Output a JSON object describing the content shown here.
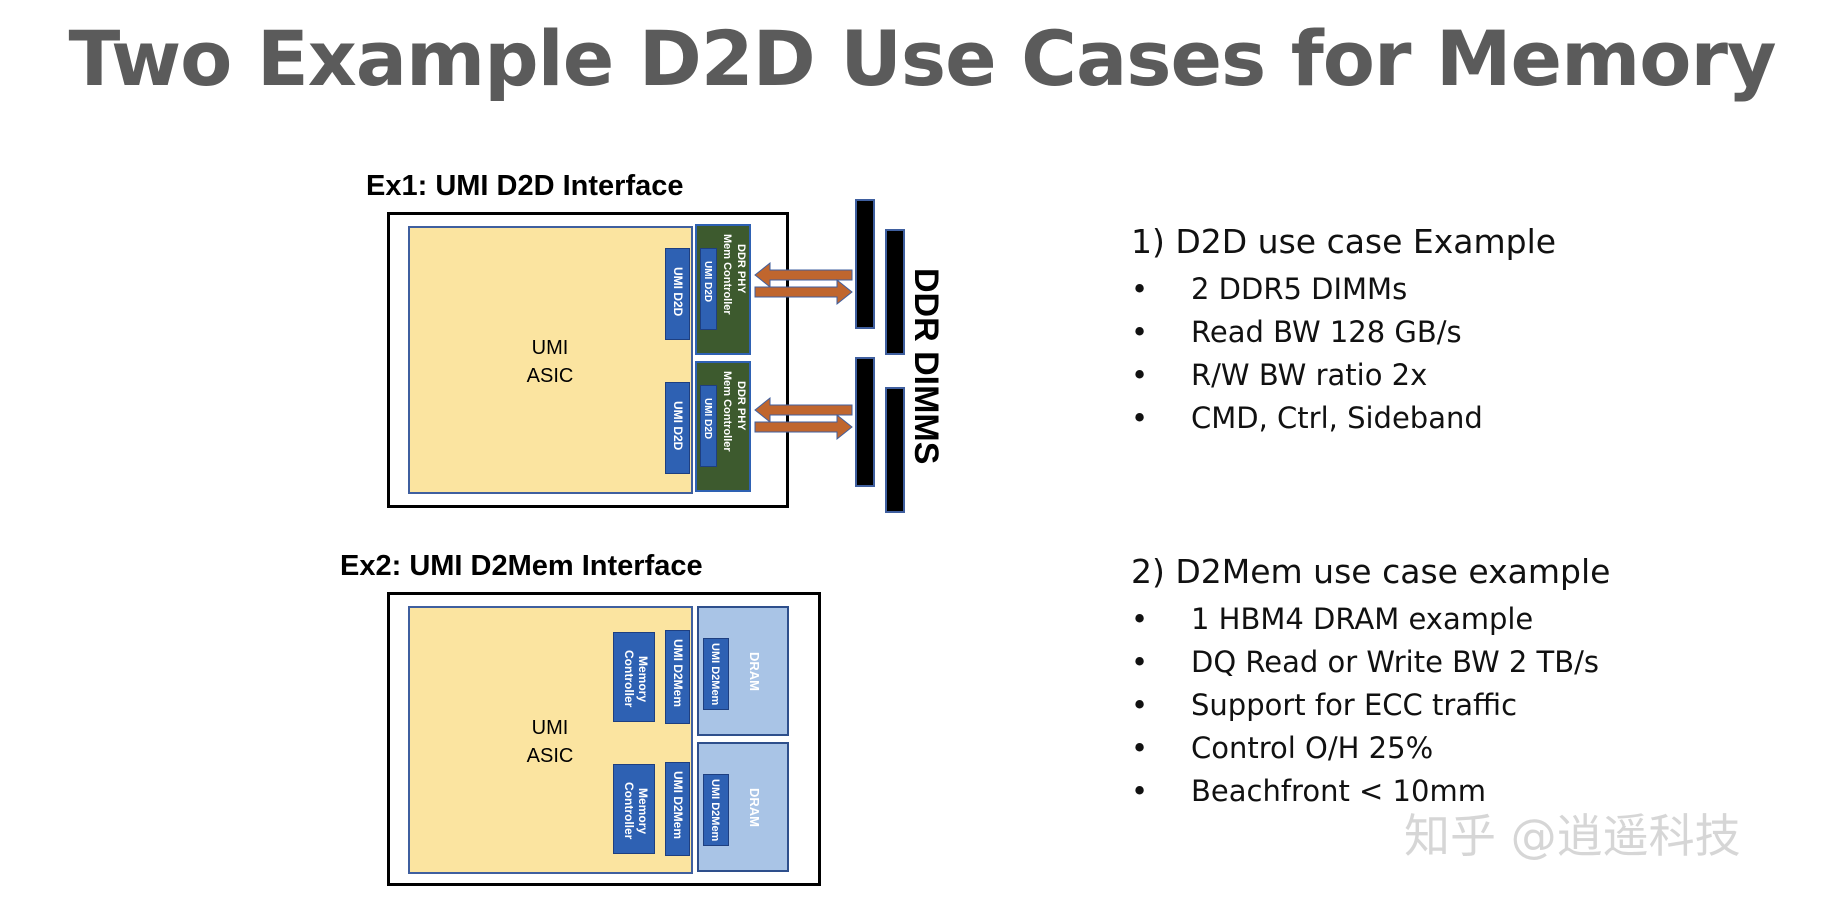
{
  "title": "Two Example D2D Use Cases for Memory",
  "ex1": {
    "label": "Ex1: UMI D2D Interface",
    "asic_line1": "UMI",
    "asic_line2": "ASIC",
    "d2d_block": "UMI D2D",
    "phy_line1": "DDR PHY",
    "phy_line2": "Mem Controller",
    "phy_d2d": "UMI D2D",
    "dimms_label": "DDR DIMMS"
  },
  "ex2": {
    "label": "Ex2: UMI D2Mem Interface",
    "asic_line1": "UMI",
    "asic_line2": "ASIC",
    "mem_ctrl": "Memory Controller",
    "d2mem_block": "UMI D2Mem",
    "dram": "DRAM",
    "dram_d2mem": "UMI D2Mem"
  },
  "use_case1": {
    "heading": "1) D2D use case Example",
    "bullet_char": "•",
    "bullets": [
      "2 DDR5 DIMMs",
      "Read BW 128 GB/s",
      "R/W BW ratio 2x",
      "CMD, Ctrl, Sideband"
    ]
  },
  "use_case2": {
    "heading": "2) D2Mem use case example",
    "bullet_char": "•",
    "bullets": [
      "1 HBM4 DRAM example",
      "DQ Read or Write BW 2 TB/s",
      "Support for ECC traffic",
      "Control O/H 25%",
      "Beachfront < 10mm"
    ]
  },
  "watermark": "知乎 @逍遥科技",
  "colors": {
    "title": "#5b5b5b",
    "asic_fill": "#fbe4a0",
    "block_blue": "#2e61b3",
    "phy_green": "#3d5a2e",
    "dram_fill": "#a9c4e6",
    "arrow": "#c0662e"
  }
}
